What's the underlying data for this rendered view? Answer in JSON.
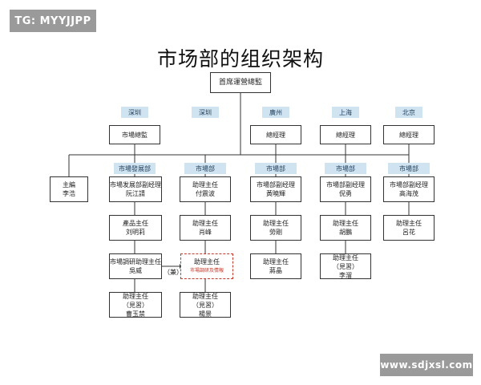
{
  "watermarks": {
    "top_left": "TG: MYYJJPP",
    "bottom_right": "www.sdjxsl.com"
  },
  "title": "市场部的组织架构",
  "top_box": "首席運營總監",
  "locations": [
    "深圳",
    "深圳",
    "廣州",
    "上海",
    "北京"
  ],
  "level1": {
    "shenzhen": "市場總監",
    "guangzhou": "總經理",
    "shanghai": "總經理",
    "beijing": "總經理"
  },
  "dept_tags": [
    "市場發展部",
    "市場部",
    "市場部",
    "市場部",
    "市場部"
  ],
  "editor": {
    "title": "主編",
    "name": "李浩"
  },
  "level2": [
    {
      "title": "市場发展部副经理",
      "name": "阮江請"
    },
    {
      "title": "助理主任",
      "name": "付震波"
    },
    {
      "title": "市場部副经理",
      "name": "黃曉輝"
    },
    {
      "title": "市場部副经理",
      "name": "倪勇"
    },
    {
      "title": "市場部副经理",
      "name": "高海茂"
    }
  ],
  "level3": [
    {
      "title": "產品主任",
      "name": "刘明莉"
    },
    {
      "title": "助理主任",
      "name": "肖峰"
    },
    {
      "title": "助理主任",
      "name": "勞剛"
    },
    {
      "title": "助理主任",
      "name": "胡鵬"
    },
    {
      "title": "助理主任",
      "name": "呂花"
    }
  ],
  "level4": [
    {
      "title": "市場調研助理主任",
      "name": "吳威"
    },
    {
      "title": "助理主任",
      "name": "市場調研及情報"
    },
    {
      "title": "助理主任",
      "name": "蔣晶"
    },
    {
      "title": "助理主任",
      "sub": "（見習）",
      "name": "李溜"
    }
  ],
  "concurrent_label": "（兼）",
  "level5": [
    {
      "title": "助理主任",
      "sub": "（見習）",
      "name": "曹玉禁"
    },
    {
      "title": "助理主任",
      "sub": "（見習）",
      "name": "楊景"
    }
  ]
}
